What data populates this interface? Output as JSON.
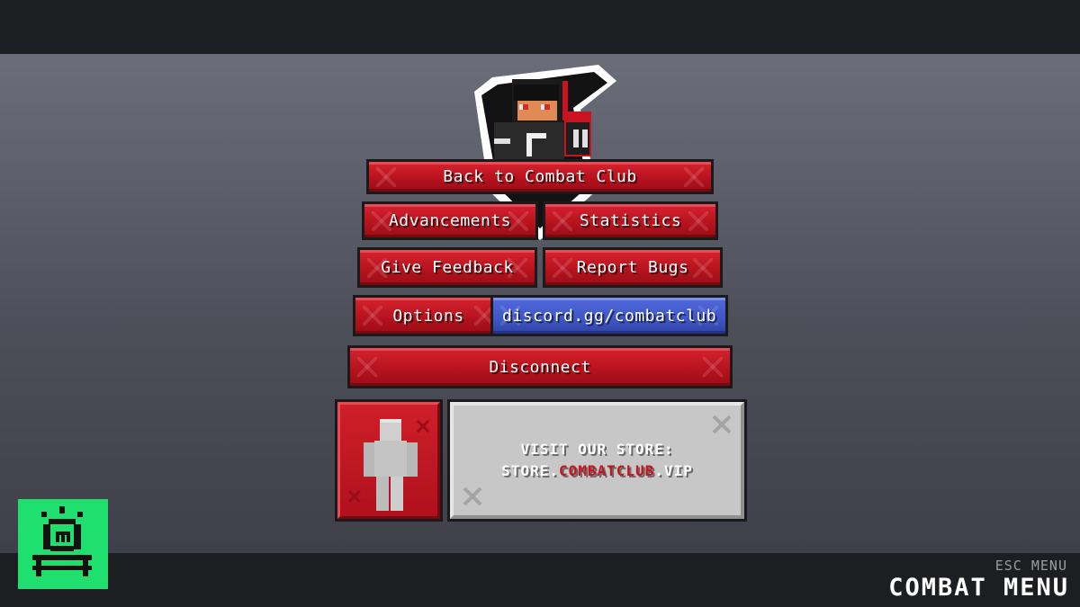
{
  "menu": {
    "back": "Back to Combat Club",
    "advancements": "Advancements",
    "statistics": "Statistics",
    "feedback": "Give Feedback",
    "bugs": "Report Bugs",
    "options": "Options",
    "discord": "discord.gg/combatclub",
    "disconnect": "Disconnect"
  },
  "store": {
    "line1": "VISIT OUR STORE:",
    "prefix": "STORE.",
    "accent": "COMBATCLUB",
    "suffix": ".VIP"
  },
  "footer": {
    "esc_label": "ESC MENU",
    "title": "COMBAT MENU"
  },
  "icons": {
    "logo": "alarm-light-logo-icon",
    "emblem": "player-avatar-emblem-icon",
    "skin": "player-skin-icon"
  },
  "colors": {
    "accent_red": "#c8141f",
    "discord_blue": "#3f56c6",
    "logo_green": "#1fe06f"
  }
}
